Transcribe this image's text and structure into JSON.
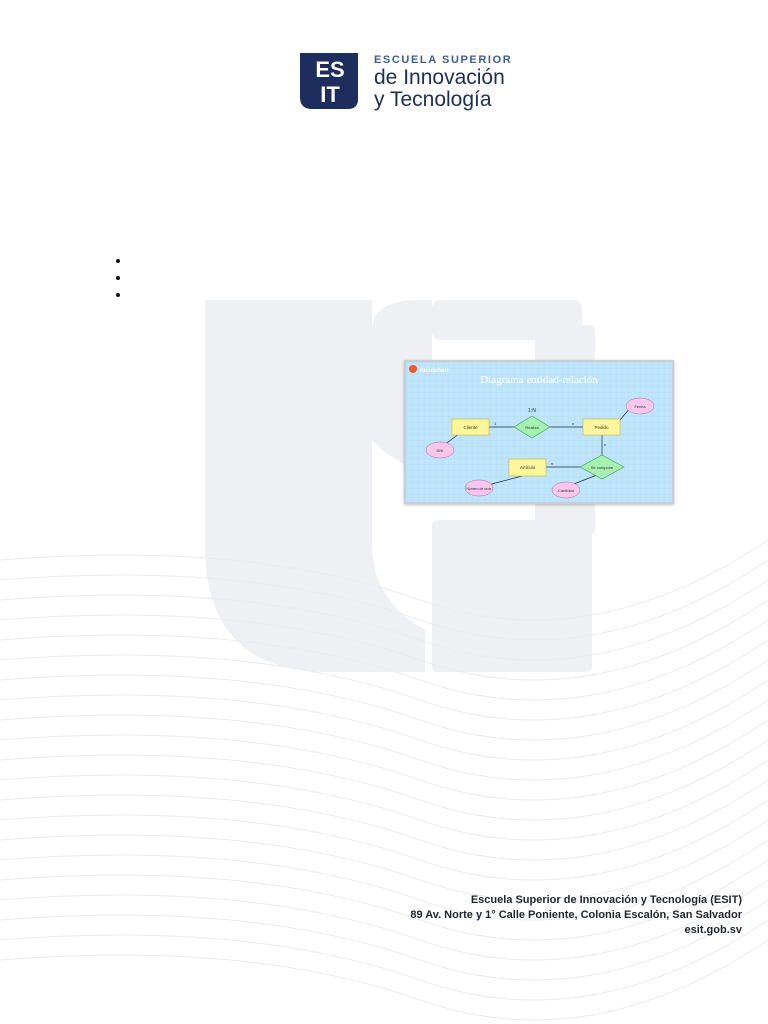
{
  "logo": {
    "mark_top": "ES",
    "mark_bottom": "IT",
    "line1": "ESCUELA SUPERIOR",
    "line2": "de Innovación",
    "line3": "y Tecnología"
  },
  "bullet_count": 3,
  "figure": {
    "brand": "lucidchart",
    "title": "Diagrama entidad-relación",
    "entities": [
      "Cliente",
      "Pedido",
      "Artículo"
    ],
    "relationships": [
      "Realiza",
      "Se compone"
    ],
    "attributes": [
      "Fecha",
      "DNI",
      "Número de serie",
      "Cantidad"
    ],
    "cardinality_top": "1:N",
    "label_one": "1",
    "label_many_a": "n",
    "label_many_b": "n",
    "label_many_c": "n"
  },
  "footer": {
    "line1": "Escuela Superior de Innovación y Tecnología (ESIT)",
    "line2": "89 Av. Norte y 1° Calle Poniente, Colonia Escalón, San Salvador",
    "line3": "esit.gob.sv"
  },
  "colors": {
    "navy": "#1c2d5e",
    "watermark": "#eef0f3",
    "figure_bg": "#bfe5fb",
    "entity_fill": "#fff59a",
    "relation_fill": "#a6f0b2",
    "attribute_fill": "#f7c6ea"
  }
}
